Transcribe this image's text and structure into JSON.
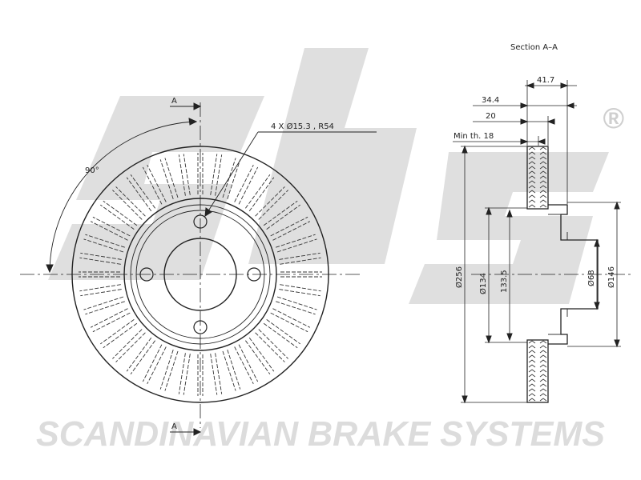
{
  "watermark": {
    "logo_letters": "sbs",
    "registered_mark": "®",
    "company": "SCANDINAVIAN BRAKE SYSTEMS",
    "color": "#d9d9d9"
  },
  "front_view": {
    "section_mark_top": "A",
    "section_mark_bottom": "A",
    "angle_label": "90°",
    "bolt_pattern_label": "4 X Ø15.3 , R54"
  },
  "section_view": {
    "title": "Section A–A",
    "dims": {
      "d417": "41.7",
      "d344": "34.4",
      "d20": "20",
      "min_th": "Min th. 18",
      "dia256": "Ø256",
      "dia134": "Ø134",
      "d1335": "133.5",
      "dia68": "Ø68",
      "dia146": "Ø146"
    }
  },
  "colors": {
    "line": "#222222",
    "vane": "#333333"
  }
}
